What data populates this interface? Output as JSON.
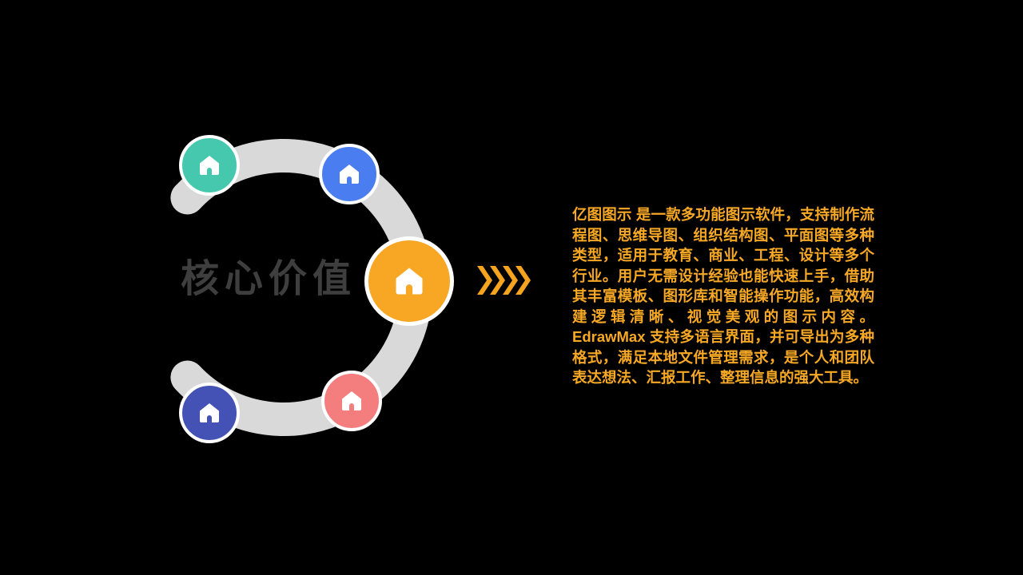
{
  "slide": {
    "title": "核心价值",
    "description": "亿图图示 是一款多功能图示软件，支持制作流程图、思维导图、组织结构图、平面图等多种类型，适用于教育、商业、工程、设计等多个行业。用户无需设计经验也能快速上手，借助其丰富模板、图形库和智能操作功能，高效构建逻辑清晰、视觉美观的图示内容。EdrawMax 支持多语言界面，并可导出为多种格式，满足本地文件管理需求，是个人和团队表达想法、汇报工作、整理信息的强大工具。",
    "colors": {
      "bg": "#000000",
      "title": "#3e3e3e",
      "ring": "#d9d9d9",
      "accent": "#f6a41f",
      "desc": "#f7a825",
      "teal": "#45c8ae",
      "blue": "#4a7df0",
      "orange": "#f7a723",
      "red": "#f47d7d",
      "indigo": "#4452b6"
    },
    "nodes": [
      {
        "name": "node-teal",
        "icon": "home-icon",
        "color": "#45c8ae"
      },
      {
        "name": "node-blue",
        "icon": "home-icon",
        "color": "#4a7df0"
      },
      {
        "name": "node-orange",
        "icon": "home-icon",
        "color": "#f7a723"
      },
      {
        "name": "node-red",
        "icon": "home-icon",
        "color": "#f47d7d"
      },
      {
        "name": "node-indigo",
        "icon": "home-icon",
        "color": "#4452b6"
      }
    ]
  }
}
